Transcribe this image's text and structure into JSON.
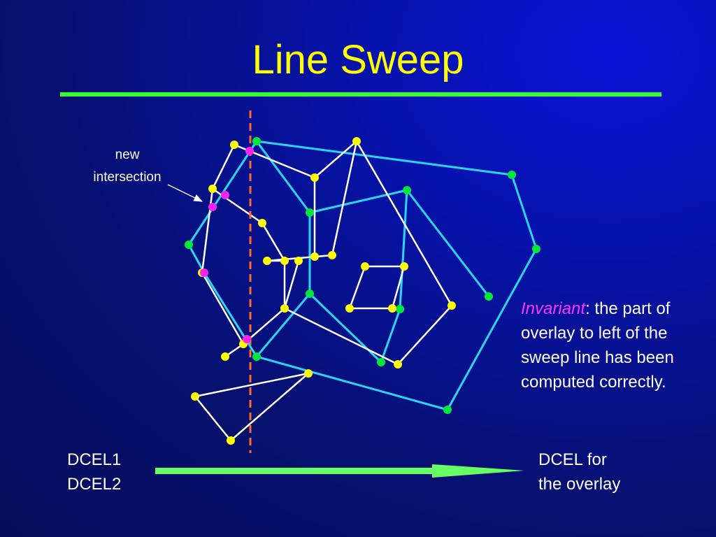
{
  "slide": {
    "title": "Line Sweep",
    "colors": {
      "title": "#ffff00",
      "rule": "#33ff33",
      "sweep_line": "#ff6a2a",
      "dcel1_edges": "#ffffff",
      "dcel2_edges": "#27d7ff",
      "dcel1_vertices": "#ffff00",
      "dcel2_vertices": "#00e83a",
      "intersections": "#ff22ee",
      "arrow": "#66ff66"
    }
  },
  "annotation": {
    "line1": "new",
    "line2": "intersection"
  },
  "invariant": {
    "keyword": "Invariant",
    "colon": ":",
    "text": " the part of overlay to left of the sweep line has been computed correctly."
  },
  "inputs": {
    "line1": "DCEL1",
    "line2": "DCEL2"
  },
  "output": {
    "line1": "DCEL for",
    "line2": "the overlay"
  }
}
